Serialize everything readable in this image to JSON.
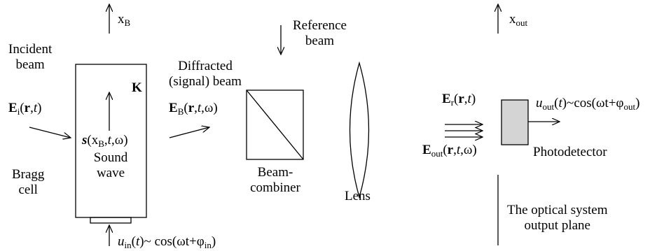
{
  "labels": {
    "x_b": "x",
    "x_b_sub": "B",
    "x_out": "x",
    "x_out_sub": "out",
    "reference_beam": "Reference\nbeam",
    "incident_beam": "Incident\nbeam",
    "e_i_E": "E",
    "e_i_sub": "i",
    "e_i_rest_1": "(",
    "e_i_r": "r",
    "e_i_rest_2": ",",
    "e_i_t": "t",
    "e_i_rest_3": ")",
    "bragg_cell": "Bragg\ncell",
    "k_vector": "K",
    "s_s": "s",
    "s_rest_1": "(x",
    "s_sub": "B",
    "s_rest_2": ",",
    "s_t": "t",
    "s_rest_3": ",ω)",
    "sound_wave": "Sound\nwave",
    "diffracted_beam": "Diffracted\n(signal) beam",
    "e_b_E": "E",
    "e_b_sub": "B",
    "e_b_rest_1": "(",
    "e_b_r": "r",
    "e_b_rest_2": ",",
    "e_b_t": "t",
    "e_b_rest_3": ",ω)",
    "beam_combiner": "Beam-\ncombiner",
    "lens": "Lens",
    "e_r_E": "E",
    "e_r_sub": "r",
    "e_r_rest_1": "(",
    "e_r_r": "r",
    "e_r_rest_2": ",",
    "e_r_t": "t",
    "e_r_rest_3": ")",
    "e_out_E": "E",
    "e_out_sub": "out",
    "e_out_rest_1": "(",
    "e_out_r": "r",
    "e_out_rest_2": ",",
    "e_out_t": "t",
    "e_out_rest_3": ",ω)",
    "u_out_u": "u",
    "u_out_sub": "out",
    "u_out_rest_1": "(",
    "u_out_t": "t",
    "u_out_rest_2": ")~cos(ωt+φ",
    "u_out_sub2": "out",
    "u_out_rest_3": ")",
    "photodetector": "Photodetector",
    "output_plane": "The optical system\noutput plane",
    "u_in_u": "u",
    "u_in_sub": "in",
    "u_in_rest_1": "(",
    "u_in_t": "t",
    "u_in_rest_2": ")~ cos(ωt+φ",
    "u_in_sub2": "in",
    "u_in_rest_3": ")"
  },
  "colors": {
    "line": "#000000",
    "photodetector_fill": "#d4d4d4"
  }
}
